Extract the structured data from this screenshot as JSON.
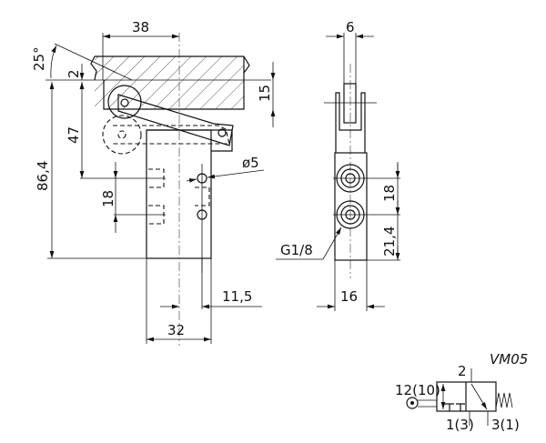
{
  "front_view": {
    "dim_width_top": "38",
    "dim_angle": "25°",
    "dim_offset": "2",
    "dim_total_height": "86,4",
    "dim_pivot_height": "47",
    "dim_port_spacing": "18",
    "dim_actuator_height": "15",
    "dim_hole_diameter": "ø5",
    "dim_hole_offset": "11,5",
    "dim_body_width": "32"
  },
  "side_view": {
    "dim_roller_width": "6",
    "dim_port_spacing": "18",
    "dim_port_bottom": "21,4",
    "dim_body_width": "16",
    "thread_label": "G1/8"
  },
  "symbol": {
    "model": "VM05",
    "port_out": "2",
    "port_pilot": "12(10)",
    "port_in": "1(3)",
    "port_exhaust": "3(1)"
  }
}
